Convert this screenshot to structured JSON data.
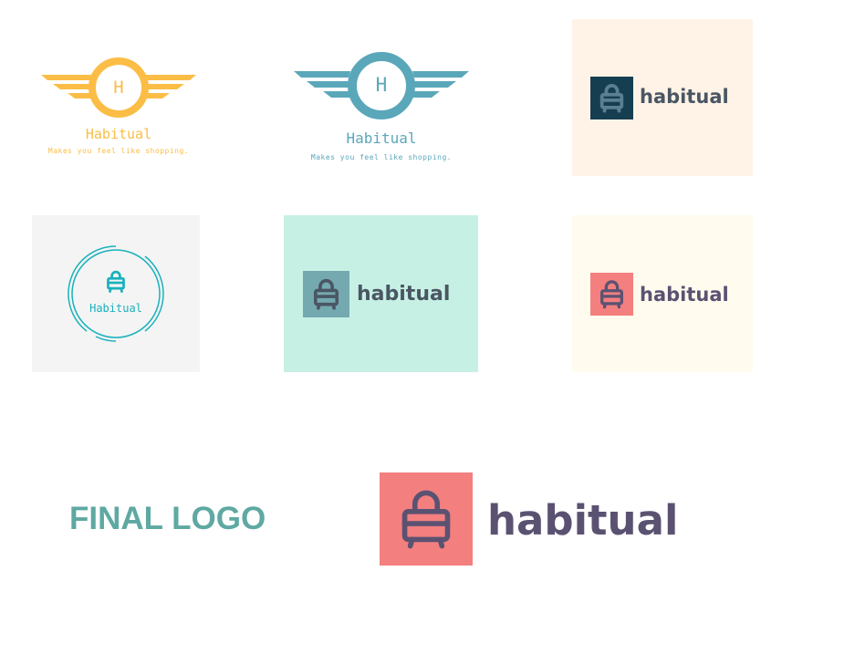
{
  "colors": {
    "yellow": "#fbbd45",
    "teal_blue": "#5aa7ba",
    "navy": "#163e51",
    "coral": "#f37f7f",
    "purple_gray": "#5b5272",
    "mint": "#c7f0e5",
    "cream_peach": "#fff3e7",
    "cream_yellow": "#fffbee",
    "light_gray": "#f4f4f4",
    "cyan": "#19b1bc",
    "dark_slate": "#4a5663",
    "final_label": "#5ea9a2"
  },
  "logos": [
    {
      "monogram": "H",
      "name": "Habitual",
      "tagline": "Makes you feel like shopping.",
      "icon": "winged-circle-icon"
    },
    {
      "monogram": "H",
      "name": "Habitual",
      "tagline": "Makes you feel like shopping.",
      "icon": "winged-circle-icon"
    },
    {
      "name": "habitual",
      "icon": "shopping-bag-icon"
    },
    {
      "name": "Habitual",
      "icon": "shopping-bag-icon"
    },
    {
      "name": "habitual",
      "icon": "shopping-bag-icon"
    },
    {
      "name": "habitual",
      "icon": "shopping-bag-icon"
    }
  ],
  "final": {
    "label": "FINAL LOGO",
    "name": "habitual",
    "icon": "shopping-bag-icon"
  }
}
